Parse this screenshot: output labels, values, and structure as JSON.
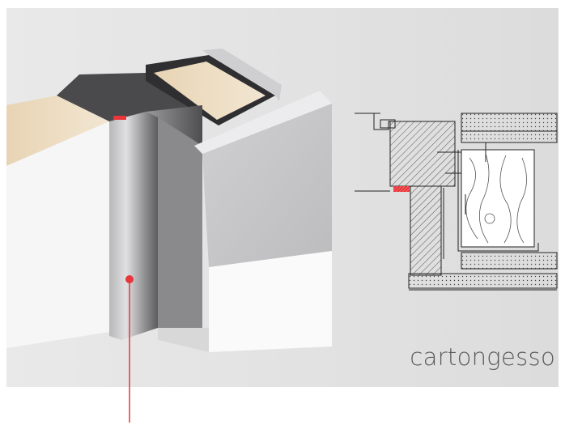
{
  "caption": "cartongesso",
  "colors": {
    "background": "#ffffff",
    "photo_background": "#e9e9e9",
    "seal_accent": "#e8363a",
    "frame_dark": "#4a4a4c",
    "frame_aluminium": "#c9c9cb",
    "wood": "#e6d3b3",
    "caption_text": "#5a5a5a",
    "line_drawing": "#222222"
  },
  "icons": {
    "pointer": "red-dot-leader",
    "section": "technical-cross-section"
  }
}
